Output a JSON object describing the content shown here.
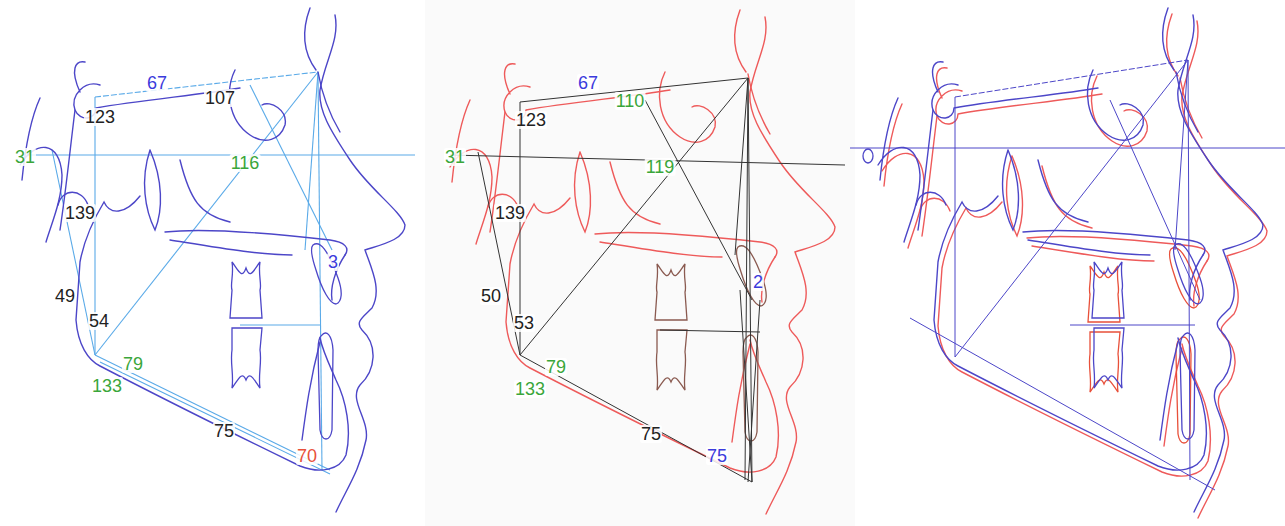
{
  "diagram": {
    "labels": [
      "67",
      "123",
      "107",
      "31",
      "116",
      "139",
      "3",
      "49",
      "54",
      "79",
      "133",
      "75",
      "70",
      "67",
      "110",
      "123",
      "31",
      "119",
      "139",
      "2",
      "50",
      "53",
      "79",
      "133",
      "75",
      "75"
    ]
  }
}
